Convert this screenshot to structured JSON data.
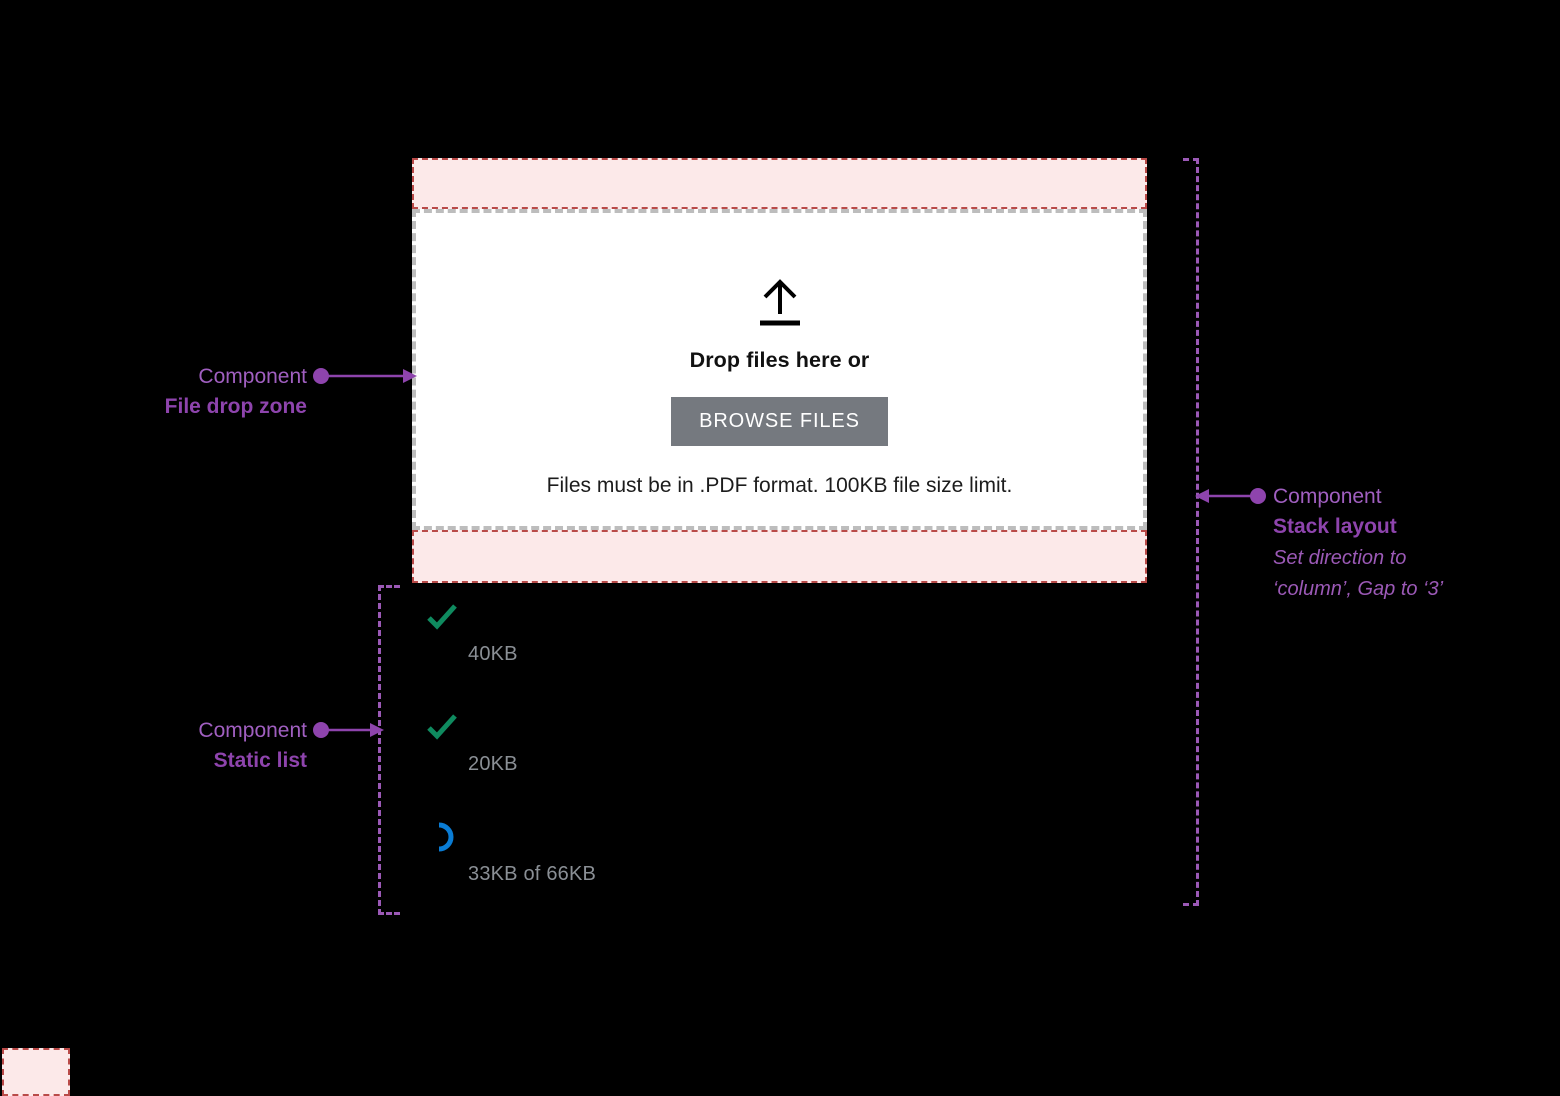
{
  "dropzone": {
    "title": "Drop files here or",
    "browse_label": "BROWSE FILES",
    "help_text": "Files must be in .PDF format. 100KB file size limit.",
    "upload_icon": "upload-arrow-icon",
    "background": "#ffffff",
    "border_color": "#bdbdbd",
    "button_color": "#75797f",
    "padding_band_color": "#fce9e9",
    "padding_band_border": "#b94a48"
  },
  "file_list": {
    "items": [
      {
        "status": "complete",
        "status_icon": "check-icon",
        "size_text": "40KB",
        "icon_color": "#0f8a5f"
      },
      {
        "status": "complete",
        "status_icon": "check-icon",
        "size_text": "20KB",
        "icon_color": "#0f8a5f"
      },
      {
        "status": "uploading",
        "status_icon": "spinner-icon",
        "size_text": "33KB of 66KB",
        "icon_color": "#0a7cd4"
      }
    ]
  },
  "annotations": {
    "dropzone": {
      "kicker": "Component",
      "title": "File drop zone"
    },
    "static_list": {
      "kicker": "Component",
      "title": "Static list"
    },
    "stack_layout": {
      "kicker": "Component",
      "title": "Stack layout",
      "note_line1": "Set direction to",
      "note_line2": "‘column’, Gap to ‘3’"
    },
    "accent_color": "#8e44ad"
  }
}
